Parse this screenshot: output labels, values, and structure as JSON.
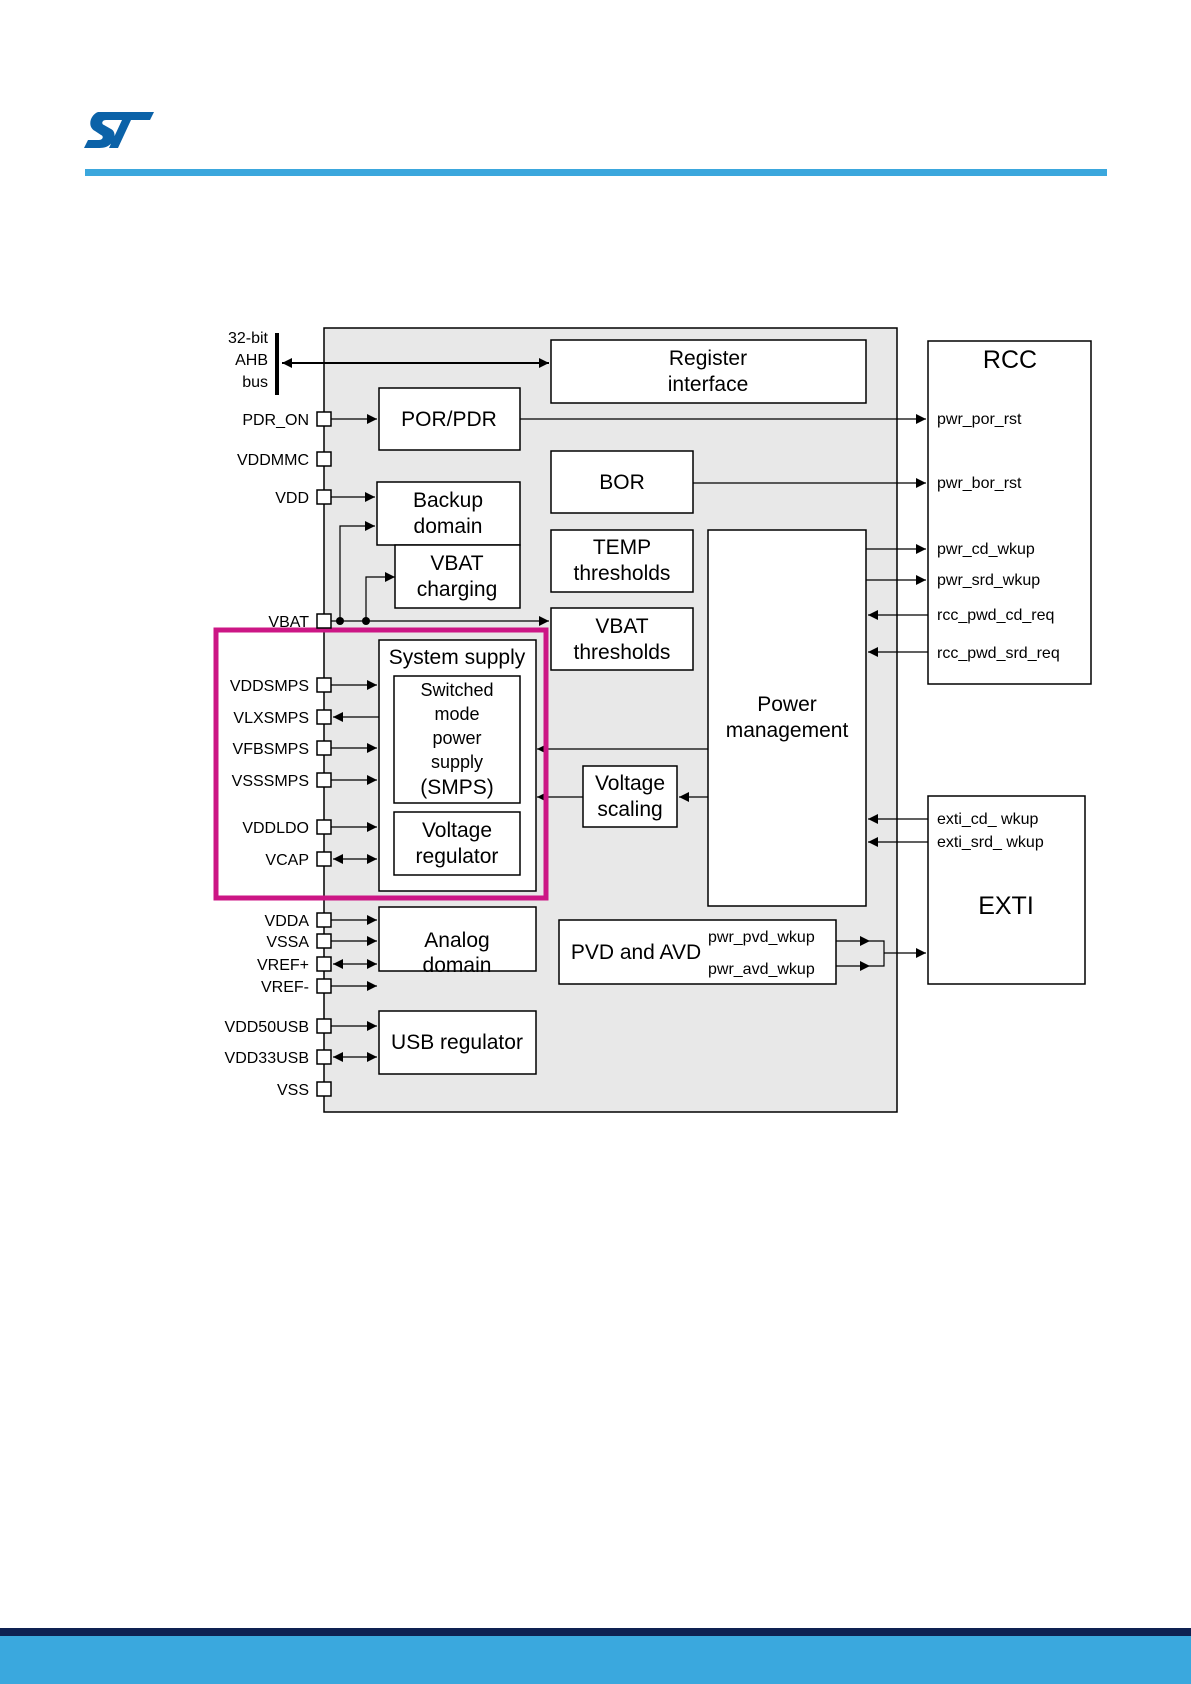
{
  "brand": {
    "logo": "ST",
    "accent": "#3ba7dd",
    "footer_dark": "#0e2152",
    "highlight": "#cc1685"
  },
  "diagram": {
    "ahb_label": [
      "32-bit",
      "AHB",
      "bus"
    ],
    "pins": {
      "pdr_on": "PDR_ON",
      "vddmmc": "VDDMMC",
      "vdd": "VDD",
      "vbat": "VBAT",
      "vddsmps": "VDDSMPS",
      "vlxsmps": "VLXSMPS",
      "vfbsmps": "VFBSMPS",
      "vsssmps": "VSSSMPS",
      "vddldo": "VDDLDO",
      "vcap": "VCAP",
      "vdda": "VDDA",
      "vssa": "VSSA",
      "vref_plus": "VREF+",
      "vref_minus": "VREF-",
      "vdd50usb": "VDD50USB",
      "vdd33usb": "VDD33USB",
      "vss": "VSS"
    },
    "blocks": {
      "register_interface": [
        "Register",
        "interface"
      ],
      "por_pdr": "POR/PDR",
      "bor": "BOR",
      "backup_domain": [
        "Backup",
        "domain"
      ],
      "vbat_charging": [
        "VBAT",
        "charging"
      ],
      "temp_thresholds": [
        "TEMP",
        "thresholds"
      ],
      "vbat_thresholds": [
        "VBAT",
        "thresholds"
      ],
      "system_supply": "System supply",
      "smps": [
        "Switched",
        "mode",
        "power",
        "supply",
        "(SMPS)"
      ],
      "voltage_regulator": [
        "Voltage",
        "regulator"
      ],
      "voltage_scaling": [
        "Voltage",
        "scaling"
      ],
      "power_management": [
        "Power",
        "management"
      ],
      "analog_domain": [
        "Analog",
        "domain"
      ],
      "usb_regulator": "USB regulator",
      "pvd_avd": "PVD and AVD"
    },
    "rcc": {
      "title": "RCC",
      "signals": [
        "pwr_por_rst",
        "pwr_bor_rst",
        "pwr_cd_wkup",
        "pwr_srd_wkup",
        "rcc_pwd_cd_req",
        "rcc_pwd_srd_req"
      ]
    },
    "exti": {
      "title": "EXTI",
      "signals": [
        "exti_cd_ wkup",
        "exti_srd_ wkup"
      ]
    },
    "pvd_signals": [
      "pwr_pvd_wkup",
      "pwr_avd_wkup"
    ]
  }
}
